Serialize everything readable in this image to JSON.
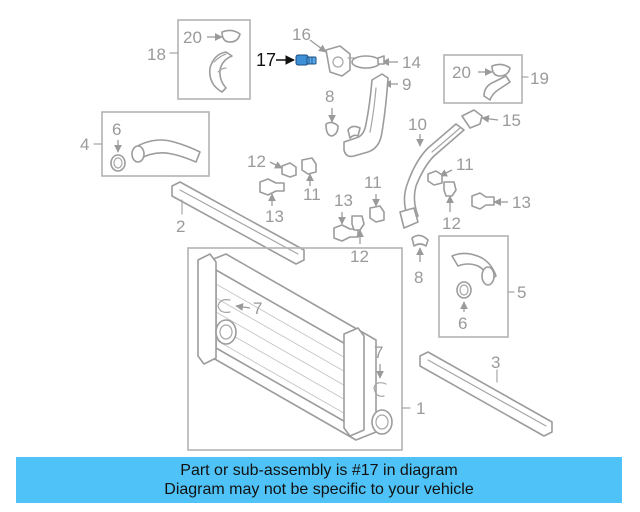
{
  "callouts": {
    "c1": "1",
    "c2": "2",
    "c3": "3",
    "c4": "4",
    "c5": "5",
    "c6a": "6",
    "c6b": "6",
    "c7a": "7",
    "c7b": "7",
    "c8a": "8",
    "c8b": "8",
    "c9": "9",
    "c10": "10",
    "c11a": "11",
    "c11b": "11",
    "c11c": "11",
    "c12a": "12",
    "c12b": "12",
    "c12c": "12",
    "c13a": "13",
    "c13b": "13",
    "c13c": "13",
    "c14": "14",
    "c15": "15",
    "c16": "16",
    "c17": "17",
    "c18": "18",
    "c19": "19",
    "c20a": "20",
    "c20b": "20"
  },
  "highlight_part": "17",
  "colors": {
    "highlight": "#3d8fd6",
    "banner": "#4fc3f7",
    "line": "#9c9c9c"
  },
  "banner": {
    "line1": "Part or sub-assembly is #17 in diagram",
    "line2": "Diagram may not be specific to your vehicle"
  }
}
